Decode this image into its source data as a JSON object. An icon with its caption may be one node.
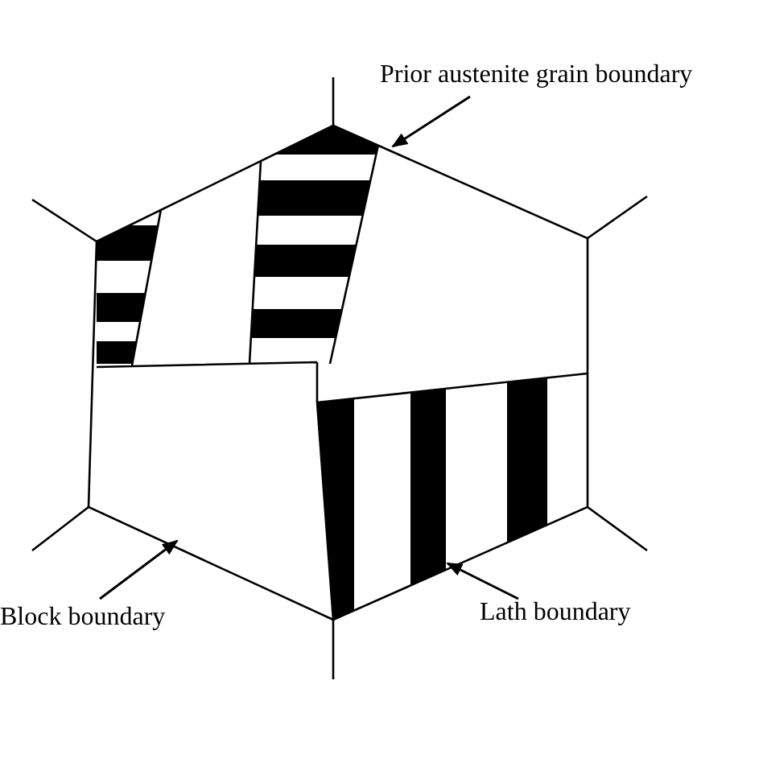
{
  "diagram": {
    "nodes": [
      {
        "text": [
          "Prior austenite grain boundary"
        ]
      },
      {
        "text": [
          "Block boundary"
        ]
      },
      {
        "text": [
          "Lath boundary"
        ]
      }
    ],
    "edges": [
      {
        "from": 0,
        "to": null,
        "arrow": "to"
      },
      {
        "from": 1,
        "to": null,
        "arrow": "to"
      },
      {
        "from": 2,
        "to": null,
        "arrow": "to"
      }
    ]
  }
}
